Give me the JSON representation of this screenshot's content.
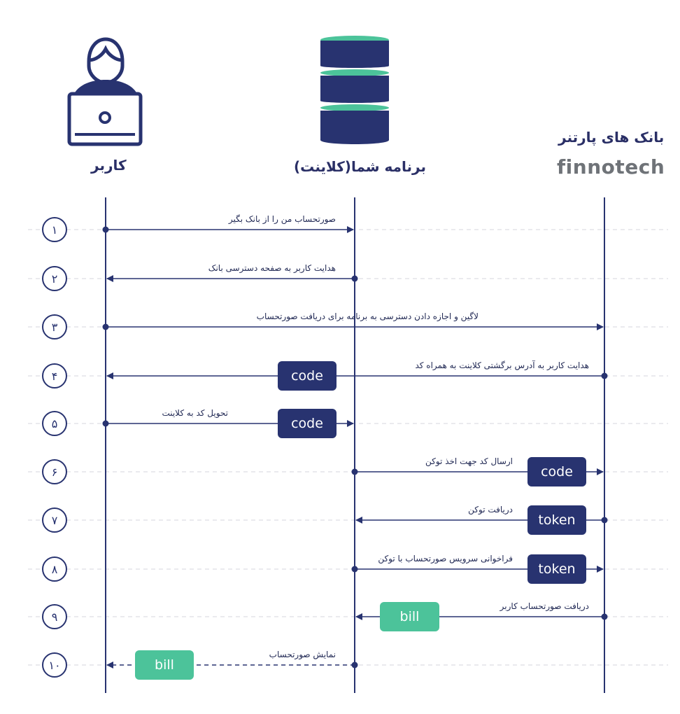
{
  "actors": {
    "user": "کاربر",
    "client": "برنامه شما(کلاینت)",
    "bank": "بانک های پارتنر",
    "brand": "finnotech"
  },
  "colors": {
    "navy": "#283370",
    "green": "#4cc39a",
    "guide": "#d4d6de"
  },
  "steps": [
    {
      "num": "۱",
      "text": "صورتحساب من را از بانک بگیر",
      "pill": "",
      "pill_color": ""
    },
    {
      "num": "۲",
      "text": "هدایت کاربر به صفحه دسترسی بانک",
      "pill": "",
      "pill_color": ""
    },
    {
      "num": "۳",
      "text": "لاگین و اجازه دادن دسترسی به برنامه برای دریافت صورتحساب",
      "pill": "",
      "pill_color": ""
    },
    {
      "num": "۴",
      "text": "هدایت کاربر به آدرس برگشتی کلاینت به همراه کد",
      "pill": "code",
      "pill_color": "navy"
    },
    {
      "num": "۵",
      "text": "تحویل کد به کلاینت",
      "pill": "code",
      "pill_color": "navy"
    },
    {
      "num": "۶",
      "text": "ارسال کد جهت اخذ توکن",
      "pill": "code",
      "pill_color": "navy"
    },
    {
      "num": "۷",
      "text": "دریافت توکن",
      "pill": "token",
      "pill_color": "navy"
    },
    {
      "num": "۸",
      "text": "فراخوانی سرویس صورتحساب با توکن",
      "pill": "token",
      "pill_color": "navy"
    },
    {
      "num": "۹",
      "text": "دریافت صورتحساب کاربر",
      "pill": "bill",
      "pill_color": "green"
    },
    {
      "num": "۱۰",
      "text": "نمایش صورتحساب",
      "pill": "bill",
      "pill_color": "green"
    }
  ]
}
